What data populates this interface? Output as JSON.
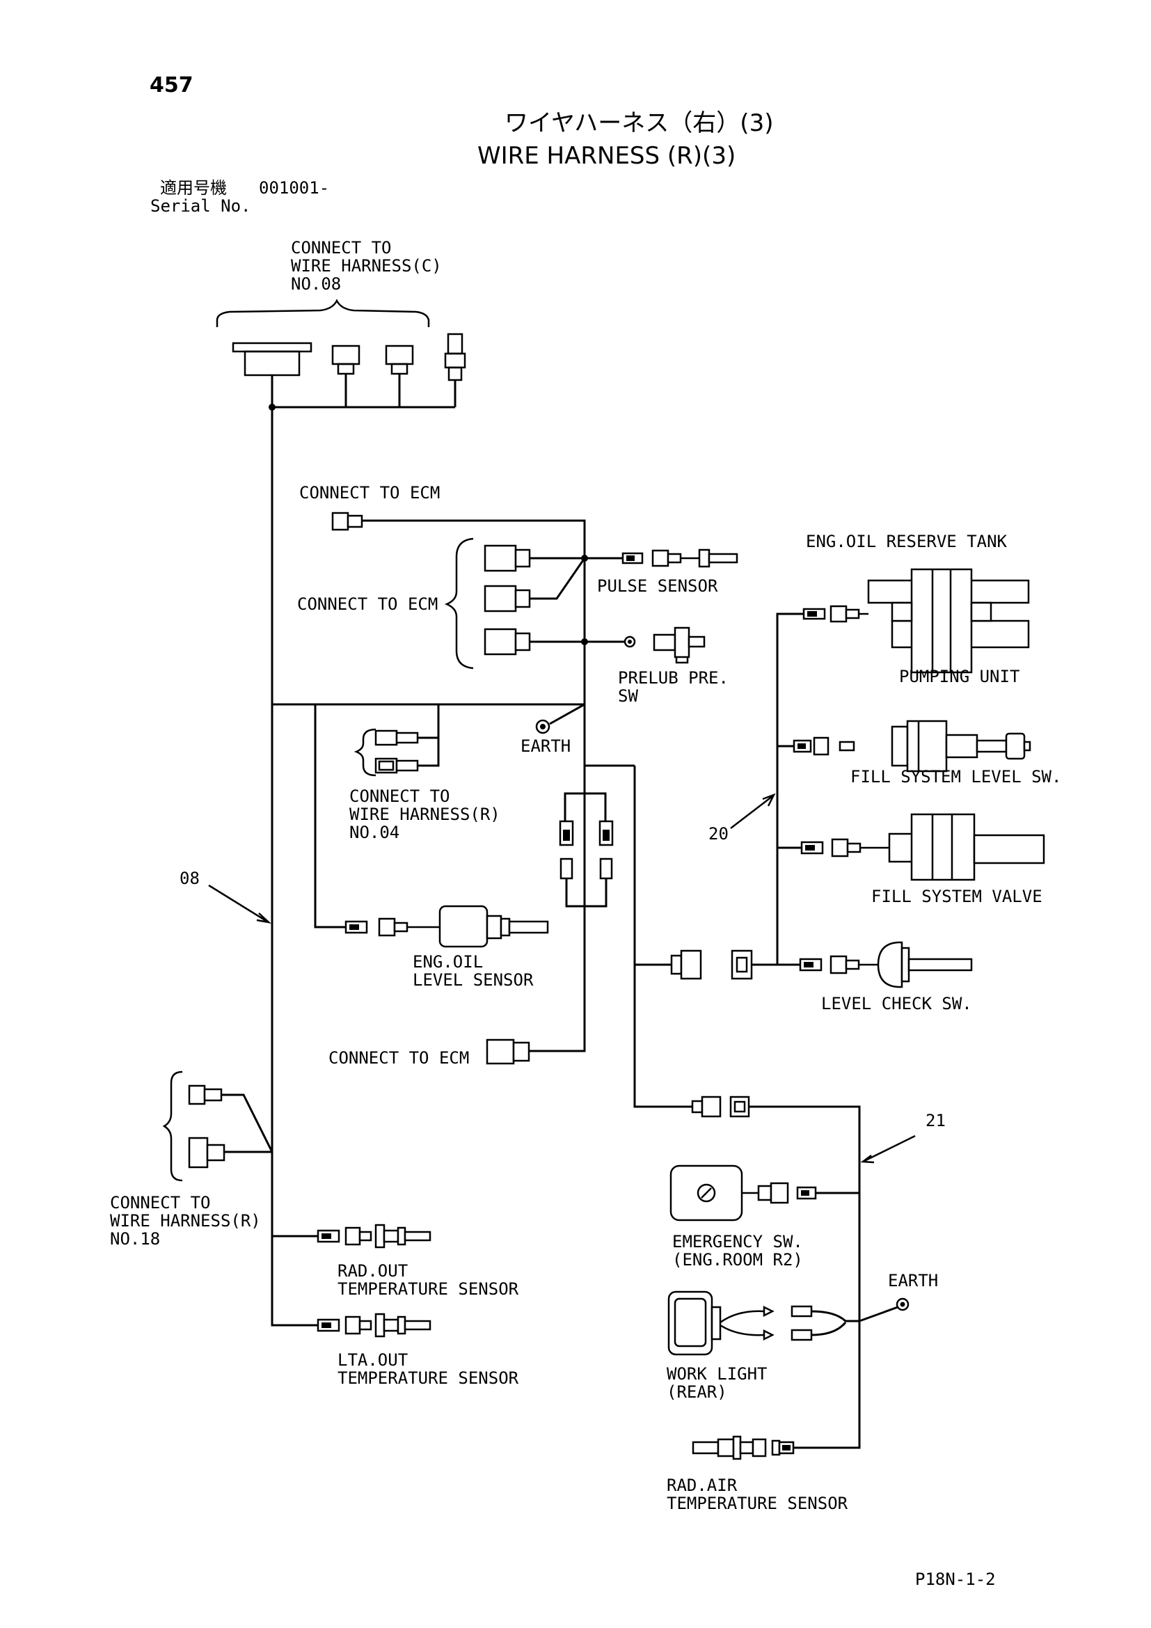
{
  "header": {
    "page_number": "457",
    "title_jp": "ワイヤハーネス（右）(3)",
    "title_en": "WIRE HARNESS (R)(3)",
    "serial_jp": "適用号機",
    "serial_value": "001001-",
    "serial_en": "Serial No."
  },
  "labels": {
    "connect_wh_c_1": "CONNECT TO",
    "connect_wh_c_2": "WIRE HARNESS(C)",
    "connect_wh_c_3": "NO.08",
    "connect_ecm_a": "CONNECT TO ECM",
    "connect_ecm_b": "CONNECT TO ECM",
    "connect_ecm_c": "CONNECT TO ECM",
    "pulse_sensor": "PULSE SENSOR",
    "prelub_1": "PRELUB PRE.",
    "prelub_2": "SW",
    "earth_1": "EARTH",
    "earth_2": "EARTH",
    "connect_wh_r04_1": "CONNECT TO",
    "connect_wh_r04_2": "WIRE HARNESS(R)",
    "connect_wh_r04_3": "NO.04",
    "eng_oil_level_1": "ENG.OIL",
    "eng_oil_level_2": "LEVEL SENSOR",
    "connect_wh_r18_1": "CONNECT TO",
    "connect_wh_r18_2": "WIRE HARNESS(R)",
    "connect_wh_r18_3": "NO.18",
    "rad_out_1": "RAD.OUT",
    "rad_out_2": "TEMPERATURE SENSOR",
    "lta_out_1": "LTA.OUT",
    "lta_out_2": "TEMPERATURE SENSOR",
    "reserve_tank": "ENG.OIL RESERVE TANK",
    "pumping_unit": "PUMPING UNIT",
    "fill_level_sw": "FILL SYSTEM LEVEL SW.",
    "fill_valve": "FILL SYSTEM VALVE",
    "level_check_sw": "LEVEL CHECK SW.",
    "emergency_1": "EMERGENCY SW.",
    "emergency_2": "(ENG.ROOM R2)",
    "work_light_1": "WORK LIGHT",
    "work_light_2": "(REAR)",
    "rad_air_1": "RAD.AIR",
    "rad_air_2": "TEMPERATURE SENSOR"
  },
  "callouts": {
    "c08": "08",
    "c20": "20",
    "c21": "21"
  },
  "footer": {
    "code": "P18N-1-2"
  }
}
